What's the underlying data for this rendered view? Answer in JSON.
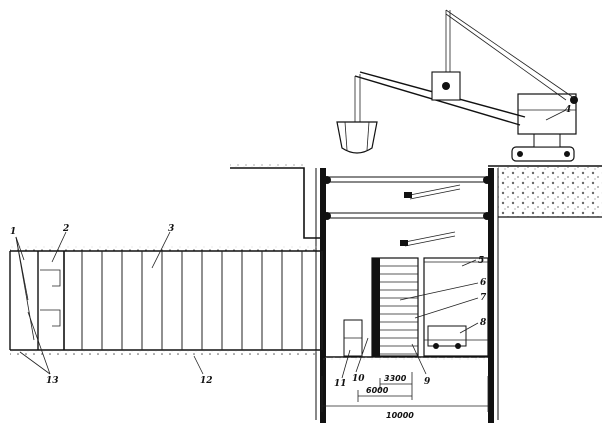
{
  "callouts": {
    "c1": "1",
    "c2": "2",
    "c3": "3",
    "c4": "4",
    "c5": "5",
    "c6": "6",
    "c7": "7",
    "c8": "8",
    "c9": "9",
    "c10": "10",
    "c11": "11",
    "c12": "12",
    "c13": "13"
  },
  "dimensions": {
    "d3300": "3300",
    "d6000": "6000",
    "d10000": "10000"
  }
}
